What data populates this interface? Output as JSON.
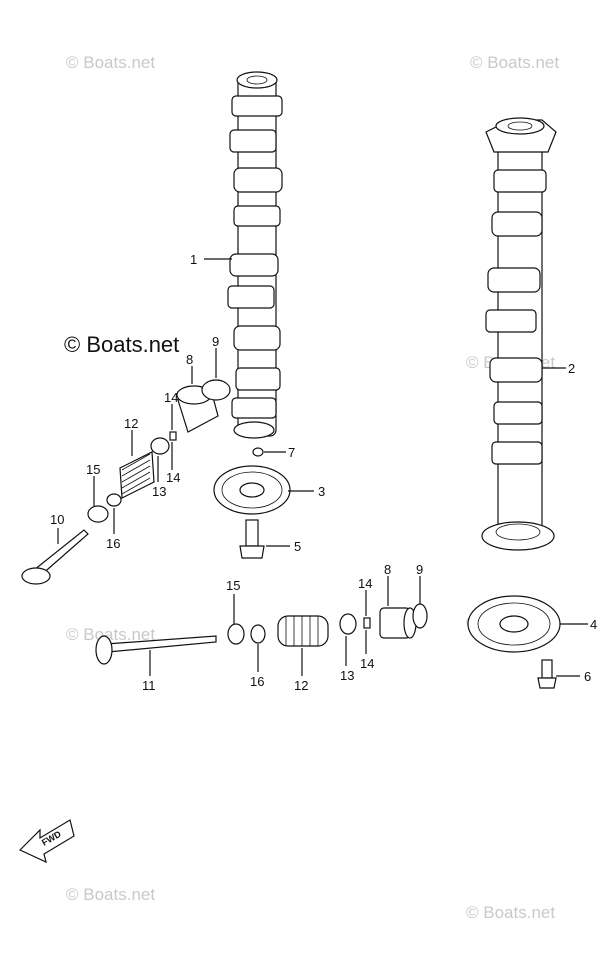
{
  "watermarks": {
    "text": "© Boats.net",
    "prominent": "© Boats.net"
  },
  "fwd_label": "FWD",
  "callouts": {
    "c1": "1",
    "c2": "2",
    "c3": "3",
    "c4": "4",
    "c5": "5",
    "c6": "6",
    "c7": "7",
    "c8a": "8",
    "c8b": "8",
    "c9a": "9",
    "c9b": "9",
    "c10": "10",
    "c11": "11",
    "c12a": "12",
    "c12b": "12",
    "c13a": "13",
    "c13b": "13",
    "c14a": "14",
    "c14b": "14",
    "c14c": "14",
    "c14d": "14",
    "c15a": "15",
    "c15b": "15",
    "c16a": "16",
    "c16b": "16"
  }
}
